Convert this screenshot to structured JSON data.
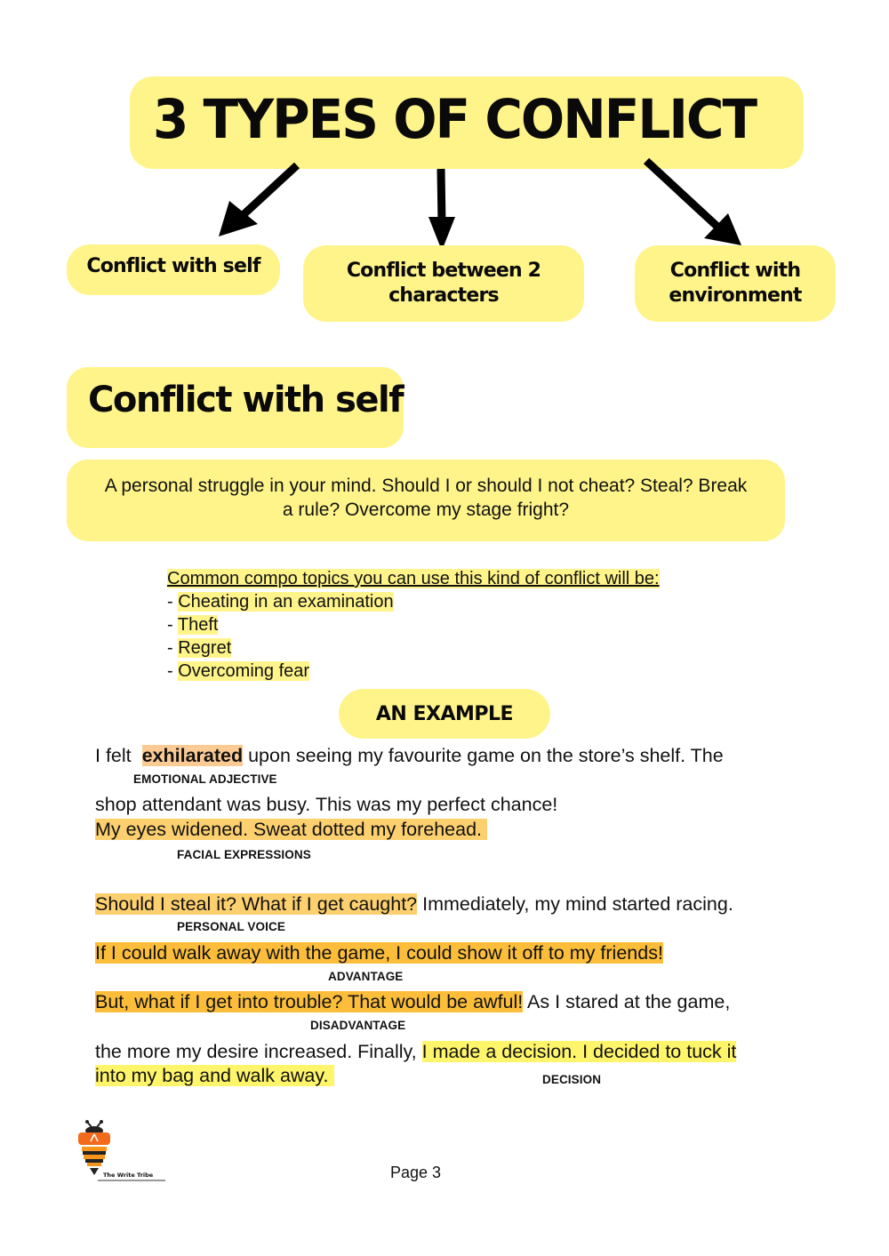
{
  "title": "3 Types of Conflict",
  "types": [
    {
      "label": "Conflict with self"
    },
    {
      "label": "Conflict between 2 characters"
    },
    {
      "label": "Conflict with environment"
    }
  ],
  "section": {
    "title": "Conflict with self",
    "definition": "A personal struggle in your mind. Should I or should I not cheat? Steal? Break a rule? Overcome my stage fright?"
  },
  "topics": {
    "heading": "Common compo topics you can use this kind of conflict will be:",
    "bullet": "- ",
    "items": [
      "Cheating in an examination",
      "Theft",
      "Regret",
      "Overcoming fear"
    ]
  },
  "example": {
    "label": "An Example",
    "lines": [
      {
        "pre": "I felt  ",
        "highlight": "exhilarated",
        "post": " upon seeing my favourite game on the store’s shelf. The"
      },
      {
        "text": "shop attendant was busy. This was my perfect chance!"
      },
      {
        "highlight": "My eyes widened. Sweat dotted my forehead. "
      },
      {
        "highlight": "Should I steal it? What if I get caught?",
        "post": " Immediately, my mind started racing."
      },
      {
        "highlight": "If I could walk away with the game, I could show it off to my friends!"
      },
      {
        "highlight": "But, what if I get into trouble? That would be awful!",
        "post": " As I stared at the game,"
      },
      {
        "pre": "the more my desire increased. Finally, ",
        "highlight": "I made a decision. I decided to tuck it"
      },
      {
        "highlight": "into my bag and walk away. "
      }
    ],
    "tags": {
      "emotional_adjective": "EMOTIONAL ADJECTIVE",
      "facial_expressions": "FACIAL EXPRESSIONS",
      "personal_voice": "PERSONAL VOICE",
      "advantage": "ADVANTAGE",
      "disadvantage": "DISADVANTAGE",
      "decision": "DECISION"
    }
  },
  "colors": {
    "box_yellow": "#FFF48A",
    "highlight_peach": "#FCCB94",
    "highlight_light_orange": "#FDD06F",
    "highlight_orange": "#FCBE3A",
    "highlight_yellow": "#FFF56A"
  },
  "footer": {
    "logo_text": "The Write Tribe",
    "page": "Page 3"
  }
}
